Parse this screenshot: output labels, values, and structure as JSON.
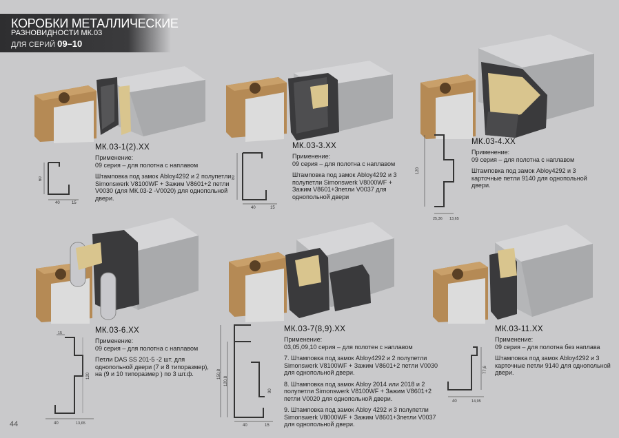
{
  "header": {
    "title": "КОРОБКИ МЕТАЛЛИЧЕСКИЕ",
    "subtitle": "РАЗНОВИДНОСТИ МК.03",
    "series_prefix": "ДЛЯ СЕРИЙ",
    "series_value": "09–10"
  },
  "page_number": "44",
  "products": [
    {
      "model": "МК.03-1(2).ХХ",
      "application_label": "Применение:",
      "application": "09 серия – для полотна с наплавом",
      "notes": [
        "Штамповка под замок Abloy4292 и 2 полупетли Simonswerk V8100WF + Зажим V8601+2 петли V0030 (для МК.03-2 -V0020) для однопольной двери."
      ],
      "dims": {
        "height": "60",
        "width": "40",
        "lip": "15"
      }
    },
    {
      "model": "МК.03-3.ХХ",
      "application_label": "Применение:",
      "application": "09 серия – для полотна с наплавом",
      "notes": [
        "Штамповка под замок Abloy4292 и 3 полупетли Simonswerk V8000WF + Зажим V8601+3петли V0037 для однопольной двери"
      ],
      "dims": {
        "height": "80",
        "width": "40",
        "lip": "15"
      }
    },
    {
      "model": "МК.03-4.ХХ",
      "application_label": "Применение:",
      "application": "09 серия – для полотна с наплавом",
      "notes": [
        "Штамповка под замок Abloy4292 и 3 карточные петли 9140 для однопольной двери."
      ],
      "dims": {
        "height": "120",
        "width": "25,36",
        "lip": "13,65"
      }
    },
    {
      "model": "МК.03-6.ХХ",
      "application_label": "Применение:",
      "application": "09 серия – для полотна с наплавом",
      "notes": [
        "Петли DAS SS 201-5 -2 шт. для однопольной двери (7 и 8 типоразмер), на (9 и 10 типоразмер ) по 3 шт.ф."
      ],
      "dims": {
        "top": "15",
        "height": "120",
        "width": "40",
        "lip": "13,65"
      }
    },
    {
      "model": "МК.03-7(8,9).ХХ",
      "application_label": "Применение:",
      "application": "03,05,09,10 серия – для полотен с наплавом",
      "notes": [
        "7. Штамповка под замок Abloy4292 и 2 полупетли Simonswerk V8100WF + Зажим V8601+2 петли V0030 для однопольной двери.",
        "8. Штамповка под замок Abloy 2014 или 2018 и 2 полупетли Simonswerk V8100WF + Зажим V8601+2 петли V0020 для однопольной двери.",
        "9. Штамповка под замок Abloy 4292 и 3 полупетли Simonswerk V8000WF + Зажим V8601+3петли V0037 для однопольной двери."
      ],
      "dims": {
        "h1": "150,8",
        "h2": "120,8",
        "h3": "90",
        "width": "40",
        "lip": "15"
      }
    },
    {
      "model": "МК.03-11.ХХ",
      "application_label": "Применение:",
      "application": "09 серия – для полотна без наплава",
      "notes": [
        "Штамповка под замок Abloy4292 и 3 карточные петли 9140 для однопольной двери."
      ],
      "dims": {
        "height": "77,6",
        "width": "40",
        "lip": "14,95"
      }
    }
  ]
}
